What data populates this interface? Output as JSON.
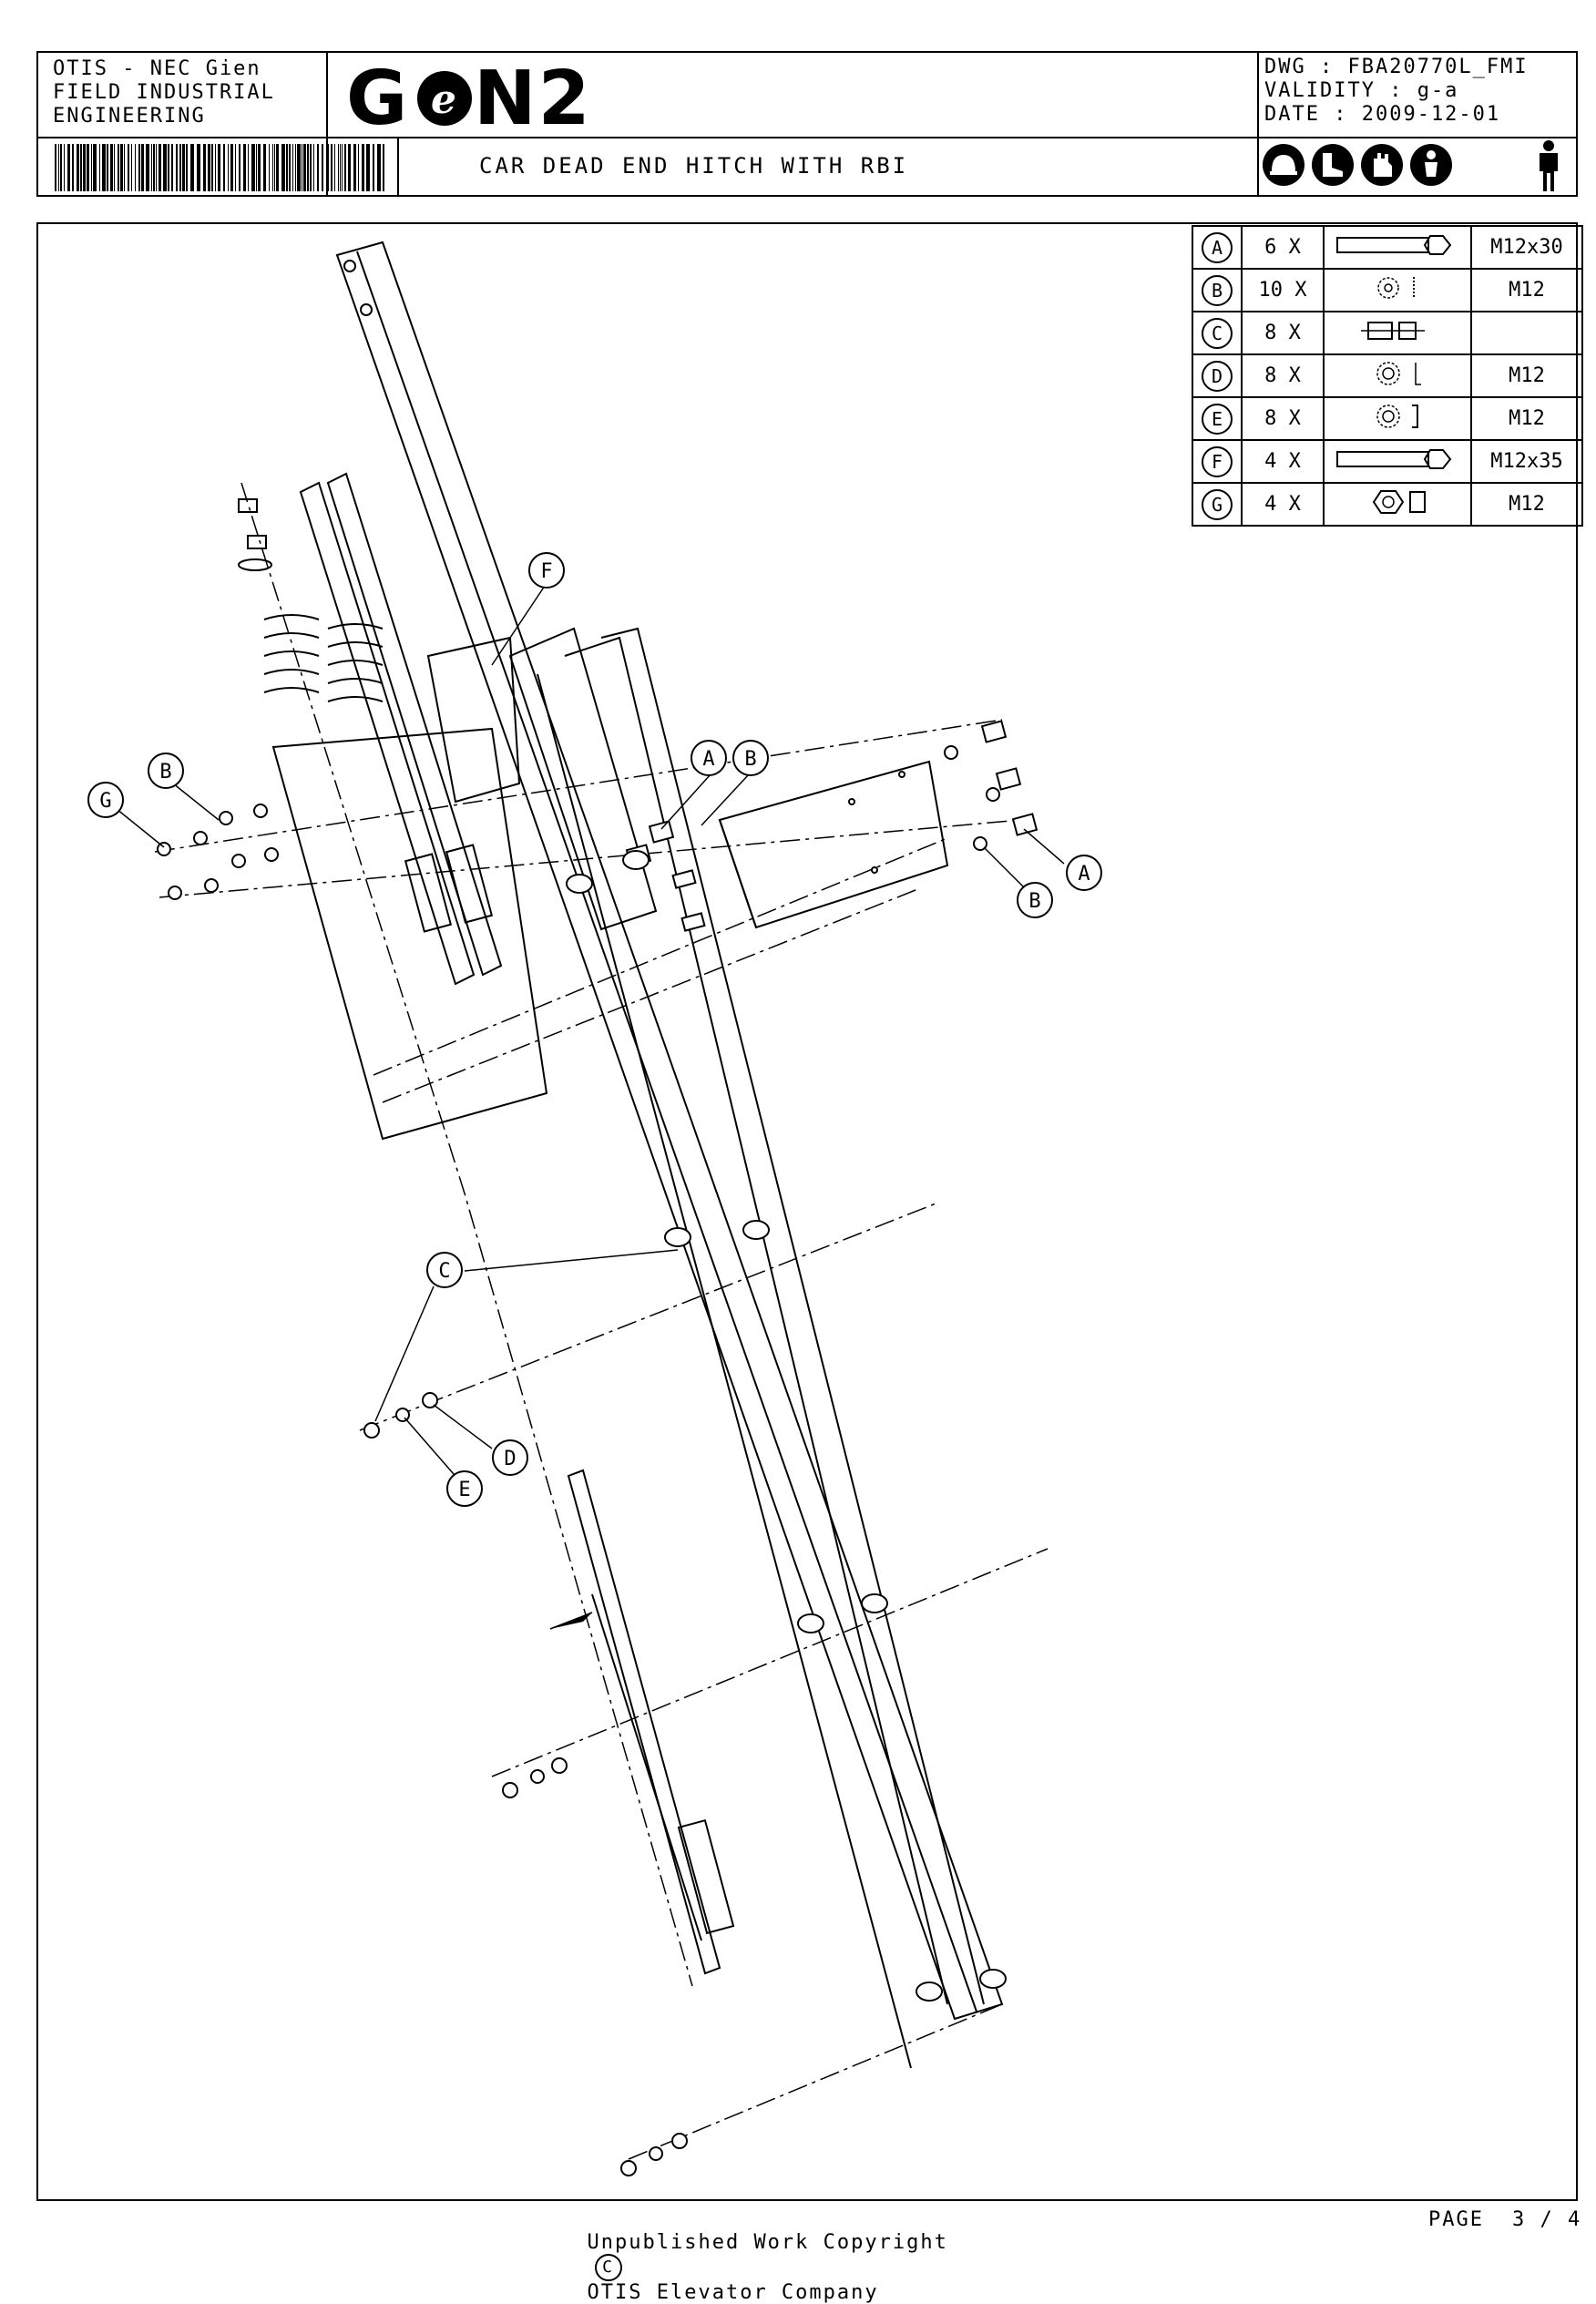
{
  "header": {
    "company_lines": [
      "OTIS - NEC Gien",
      "FIELD INDUSTRIAL",
      "ENGINEERING"
    ],
    "logo_text": "GeN2",
    "drawing_info": [
      "DWG : FBA20770L_FMI",
      "VALIDITY : g-a",
      "DATE : 2009-12-01"
    ],
    "title": "CAR DEAD END HITCH WITH RBI",
    "safety_icons": [
      "helmet-icon",
      "boots-icon",
      "gloves-icon",
      "harness-icon",
      "person-icon"
    ]
  },
  "parts_table": {
    "rows": [
      {
        "ref": "A",
        "qty": "6 X",
        "icon": "bolt-icon",
        "size": "M12x30"
      },
      {
        "ref": "B",
        "qty": "10 X",
        "icon": "washer-icon",
        "size": "M12"
      },
      {
        "ref": "C",
        "qty": "8 X",
        "icon": "clip-icon",
        "size": ""
      },
      {
        "ref": "D",
        "qty": "8 X",
        "icon": "flat-washer-icon",
        "size": "M12"
      },
      {
        "ref": "E",
        "qty": "8 X",
        "icon": "spring-washer-icon",
        "size": "M12"
      },
      {
        "ref": "F",
        "qty": "4 X",
        "icon": "bolt-icon",
        "size": "M12x35"
      },
      {
        "ref": "G",
        "qty": "4 X",
        "icon": "nut-icon",
        "size": "M12"
      }
    ]
  },
  "callouts": {
    "f_top": "F",
    "b_left": "B",
    "g_left": "G",
    "a_mid": "A",
    "b_mid": "B",
    "a_right": "A",
    "b_right": "B",
    "c_mid": "C",
    "d_low": "D",
    "e_low": "E"
  },
  "footer": {
    "copyright": "Unpublished Work Copyright",
    "copyright_symbol": "C",
    "company": "OTIS Elevator Company",
    "page_label": "PAGE",
    "page_value": "3 / 4"
  }
}
